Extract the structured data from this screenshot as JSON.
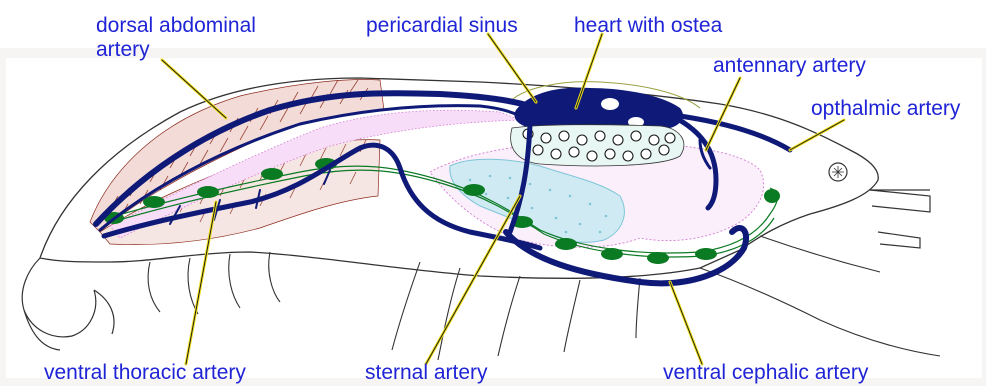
{
  "labels": {
    "dorsal_abdominal_artery_line1": "dorsal abdominal",
    "dorsal_abdominal_artery_line2": "artery",
    "pericardial_sinus": "pericardial sinus",
    "heart_with_ostea": "heart with ostea",
    "antennary_artery": "antennary artery",
    "opthalmic_artery": "opthalmic artery",
    "ventral_thoracic_artery": "ventral thoracic artery",
    "sternal_artery": "sternal artery",
    "ventral_cephalic_artery": "ventral cephalic artery"
  },
  "colors": {
    "label_text": "#1f24d6",
    "leader_line": "#f2e21a",
    "artery": "#0f1a78",
    "nerve_ganglia": "#0a7a23",
    "muscle": "#8b2a1c",
    "gill_region": "#7ec6d8",
    "pink_tissue": "#d27bd4",
    "outline": "#333333"
  }
}
